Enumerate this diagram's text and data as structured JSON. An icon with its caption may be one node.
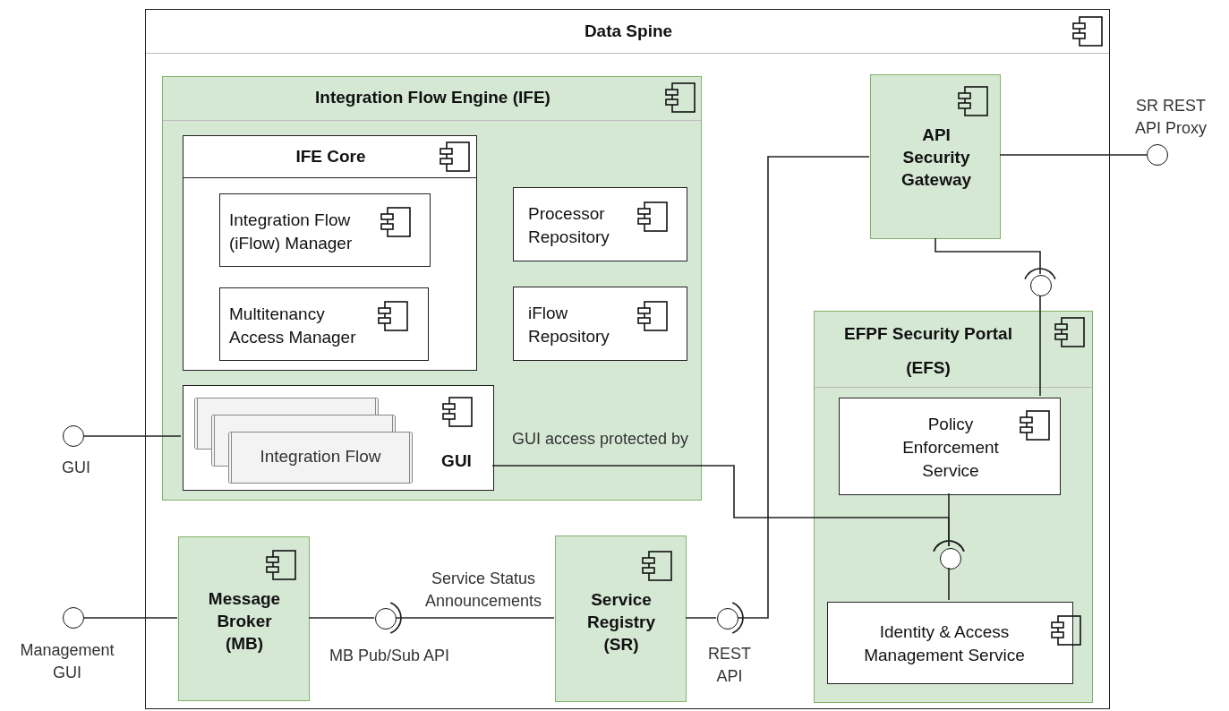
{
  "diagram": {
    "nodes": [
      {
        "text": [
          "Data Spine"
        ]
      },
      {
        "text": [
          "Integration Flow Engine (IFE)"
        ],
        "in": 0
      },
      {
        "text": [
          "IFE Core"
        ],
        "in": 1
      },
      {
        "text": [
          "Integration Flow (iFlow) Manager"
        ],
        "in": 2
      },
      {
        "text": [
          "Multitenancy Access Manager"
        ],
        "in": 2
      },
      {
        "text": [
          "Processor Repository"
        ],
        "in": 1
      },
      {
        "text": [
          "iFlow Repository"
        ],
        "in": 1
      },
      {
        "text": [
          "GUI"
        ],
        "in": 1
      },
      {
        "text": [
          "Integration Flow"
        ],
        "in": 7
      },
      {
        "text": [
          "API Security Gateway"
        ],
        "in": 0
      },
      {
        "text": [
          "EFPF Security Portal (EFS)"
        ],
        "in": 0
      },
      {
        "text": [
          "Policy Enforcement Service"
        ],
        "in": 10
      },
      {
        "text": [
          "Identity & Access Management Service"
        ],
        "in": 10
      },
      {
        "text": [
          "Message Broker (MB)"
        ],
        "in": 0
      },
      {
        "text": [
          "Service Registry (SR)"
        ],
        "in": 0
      },
      {
        "text": [],
        "shape": "circle",
        "beside": [
          "GUI"
        ]
      },
      {
        "text": [],
        "shape": "circle",
        "beside": [
          "Management GUI"
        ]
      },
      {
        "text": [],
        "shape": "circle",
        "beside": [
          "SR REST API Proxy"
        ]
      },
      {
        "text": [],
        "shape": "circle",
        "in": 0,
        "beside": [
          "MB Pub/Sub API"
        ]
      },
      {
        "text": [],
        "shape": "circle",
        "in": 0,
        "beside": [
          "REST API"
        ]
      },
      {
        "text": [],
        "shape": "circle",
        "in": 0
      },
      {
        "text": [],
        "shape": "circle",
        "in": 10
      }
    ],
    "edges": [
      {
        "from": 15,
        "to": 7,
        "arrow": "none"
      },
      {
        "from": 16,
        "to": 13,
        "arrow": "none"
      },
      {
        "from": 13,
        "to": 18,
        "arrow": "none"
      },
      {
        "from": 14,
        "to": 18,
        "arrow": "other",
        "label": "Service Status Announcements"
      },
      {
        "from": 14,
        "to": 19,
        "arrow": "none"
      },
      {
        "from": 9,
        "to": 19,
        "arrow": "other"
      },
      {
        "from": 9,
        "to": 17,
        "arrow": "none"
      },
      {
        "from": 9,
        "to": 20,
        "arrow": "other"
      },
      {
        "from": 11,
        "to": 20,
        "arrow": "none"
      },
      {
        "from": 12,
        "to": 21,
        "arrow": "none"
      },
      {
        "from": 11,
        "to": 21,
        "arrow": "other"
      },
      {
        "from": 7,
        "to": 21,
        "arrow": "other",
        "label": "GUI access protected by"
      }
    ]
  }
}
